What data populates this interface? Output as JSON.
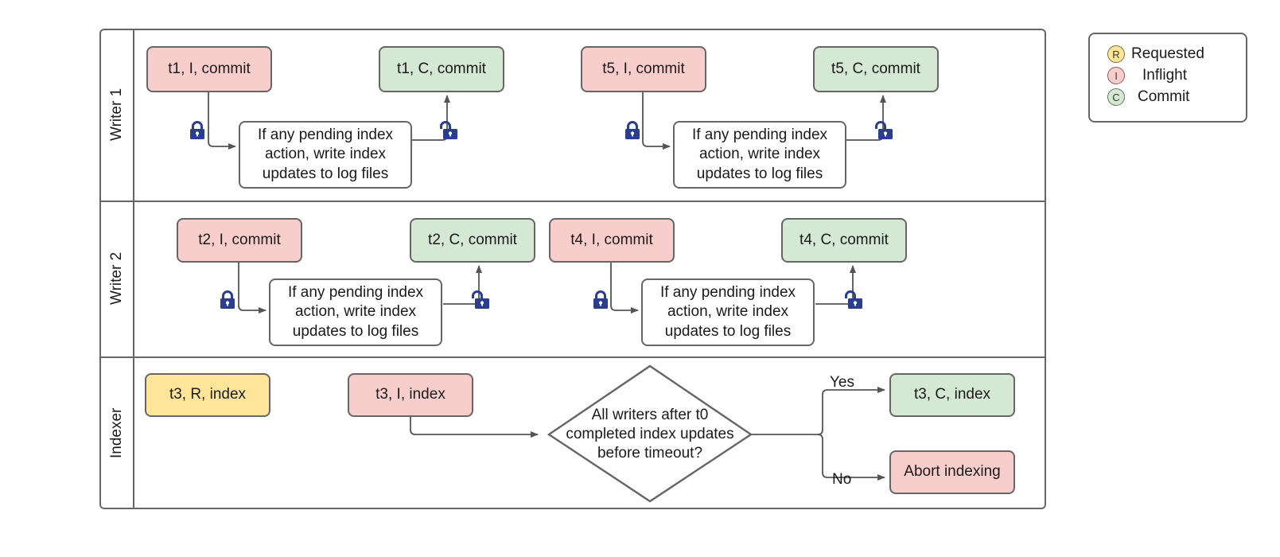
{
  "diagram": {
    "title": "Writer / Indexer concurrency swimlane flowchart",
    "colors": {
      "pink": "#f8cecc",
      "green": "#d5e8d4",
      "yellow": "#ffe599",
      "stroke": "#666666",
      "lock": "#2a3d8f"
    },
    "lanes": [
      {
        "label": "Writer 1"
      },
      {
        "label": "Writer 2"
      },
      {
        "label": "Indexer"
      }
    ],
    "writer1": {
      "t1_inflight": "t1, I, commit",
      "t1_commit": "t1, C, commit",
      "t5_inflight": "t5, I, commit",
      "t5_commit": "t5, C, commit",
      "process_1": "If any pending index action, write index updates to log files",
      "process_2": "If any pending index action, write index updates to log files",
      "lock_closed_1": "lock-closed-icon",
      "lock_open_1": "lock-open-icon",
      "lock_closed_2": "lock-closed-icon",
      "lock_open_2": "lock-open-icon"
    },
    "writer2": {
      "t2_inflight": "t2, I, commit",
      "t2_commit": "t2, C, commit",
      "t4_inflight": "t4, I, commit",
      "t4_commit": "t4, C, commit",
      "process_1": "If any pending index action, write index updates to log files",
      "process_2": "If any pending index action, write index updates to log files",
      "lock_closed_1": "lock-closed-icon",
      "lock_open_1": "lock-open-icon",
      "lock_closed_2": "lock-closed-icon",
      "lock_open_2": "lock-open-icon"
    },
    "indexer": {
      "t3_requested": "t3, R, index",
      "t3_inflight": "t3, I, index",
      "decision": "All writers after t0 completed index updates before timeout?",
      "yes_label": "Yes",
      "no_label": "No",
      "t3_commit": "t3, C, index",
      "abort": "Abort indexing"
    },
    "legend": {
      "items": [
        {
          "badge": "R",
          "label": "Requested"
        },
        {
          "badge": "I",
          "label": "Inflight"
        },
        {
          "badge": "C",
          "label": "Commit"
        }
      ]
    }
  }
}
